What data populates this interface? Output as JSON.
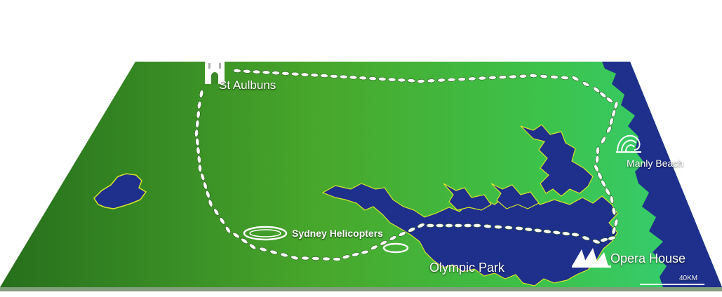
{
  "map": {
    "locations": {
      "st_aulbuns": "St Aulbuns",
      "manly_beach": "Manly Beach",
      "sydney_helicopters": "Sydney Helicopters",
      "olympic_park": "Olympic Park",
      "opera_house": "Opera House"
    },
    "scale_label": "40KM",
    "colors": {
      "land_dark": "#2a7a1e",
      "land_light": "#3fcf4a",
      "water": "#1e2f8c",
      "coast_highlight": "#d8e62a",
      "route_dot": "#ffffff"
    },
    "icons": [
      "tower-icon",
      "wave-icon",
      "helipad-icon",
      "opera-house-icon"
    ]
  }
}
